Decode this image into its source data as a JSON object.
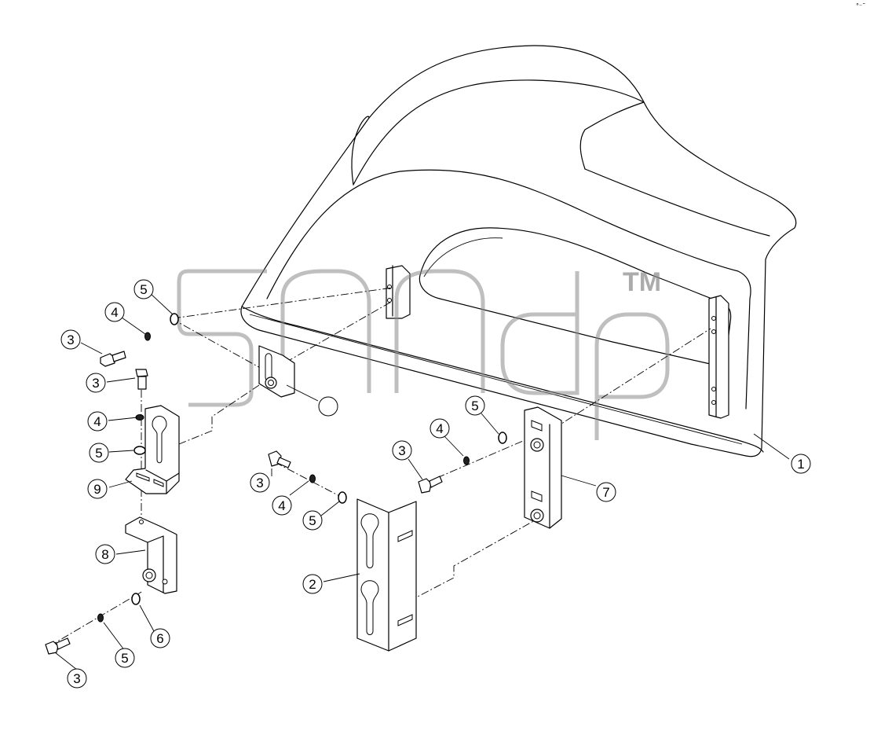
{
  "diagram": {
    "watermark": {
      "trademark": "TM"
    },
    "callouts": [
      "1",
      "2",
      "3",
      "3",
      "3",
      "3",
      "3",
      "4",
      "4",
      "4",
      "4",
      "5",
      "5",
      "5",
      "5",
      "5",
      "6",
      "7",
      "8",
      "9"
    ],
    "corner_mark": "°⁻˜"
  }
}
